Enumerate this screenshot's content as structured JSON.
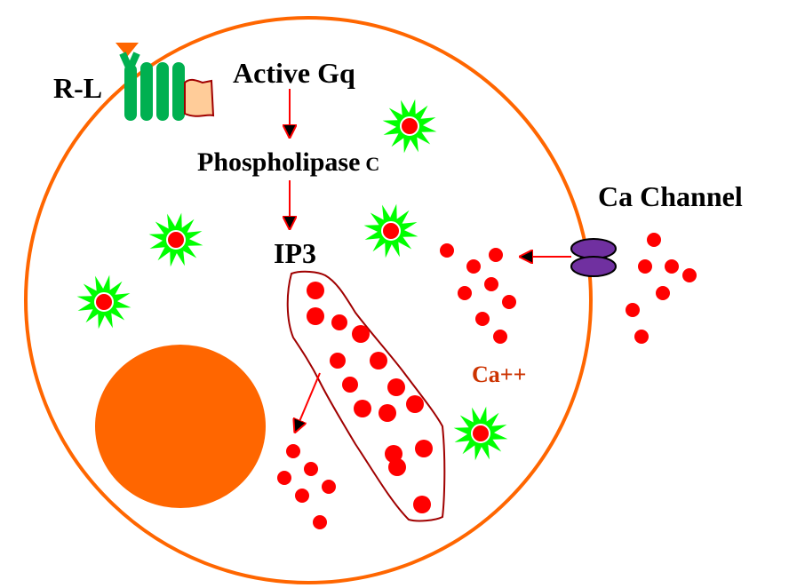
{
  "labels": {
    "receptor_ligand": "R-L",
    "active_gq": "Active Gq",
    "phospholipase": "Phospholipase",
    "phospholipase_suffix": "C",
    "ip3": "IP3",
    "ca_channel": "Ca Channel",
    "ca_ion": "Ca++"
  },
  "colors": {
    "membrane": "#ff6600",
    "nucleus": "#ff6600",
    "receptor": "#00b050",
    "ligand": "#ff6600",
    "g_protein": "#ffcc99",
    "ion": "#ff0000",
    "er_outline": "#a00000",
    "vesicle_star": "#00ff00",
    "channel": "#7030a0",
    "arrow": "#ff0000",
    "ca_label": "#cc3300"
  }
}
